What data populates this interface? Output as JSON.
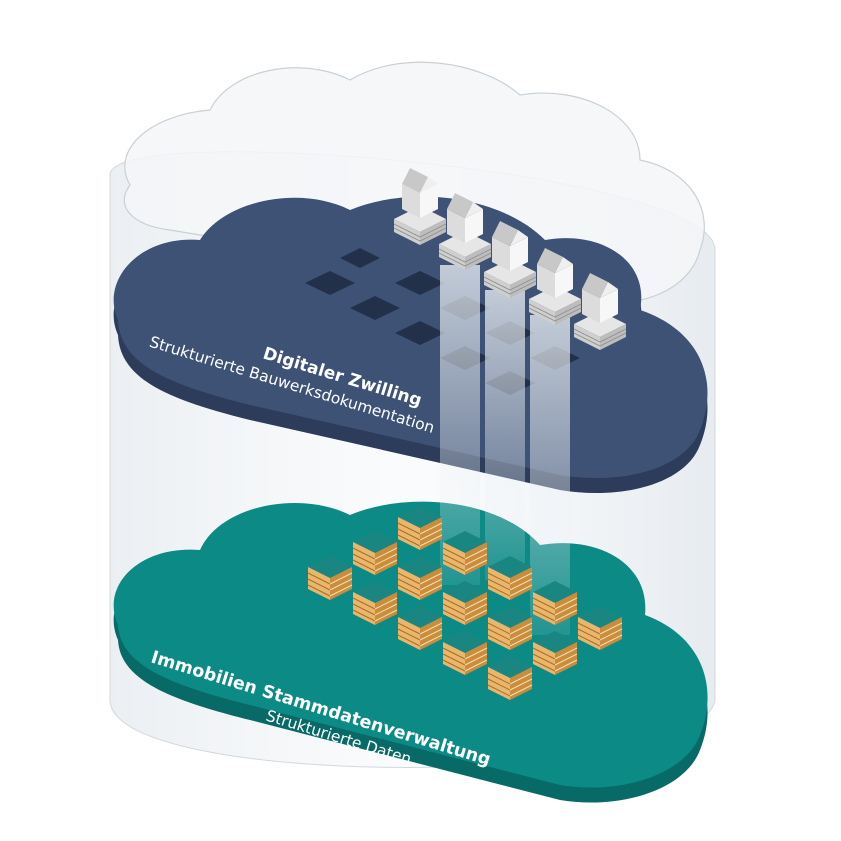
{
  "layers": {
    "top": {
      "title": "Digitaler Zwilling",
      "subtitle": "Strukturierte Bauwerksdokumentation",
      "color": "#3e5276",
      "edge_color": "#2c3c5a"
    },
    "bottom": {
      "title": "Immobilien Stammdatenverwaltung",
      "subtitle": "Strukturierte Daten",
      "color": "#0c8a86",
      "edge_color": "#086a67"
    }
  },
  "colors": {
    "glass_cloud": "#f5f7f9",
    "glass_stroke": "#c9d0d6",
    "tile": "#2a3550",
    "light_beam": "#dfe7ee",
    "model_white": "#f4f4f4",
    "binder_orange": "#e9b66c",
    "binder_teal": "#167a76"
  },
  "icons": {
    "building_model": "building-model-icon",
    "data_binder": "binder-stack-icon"
  }
}
